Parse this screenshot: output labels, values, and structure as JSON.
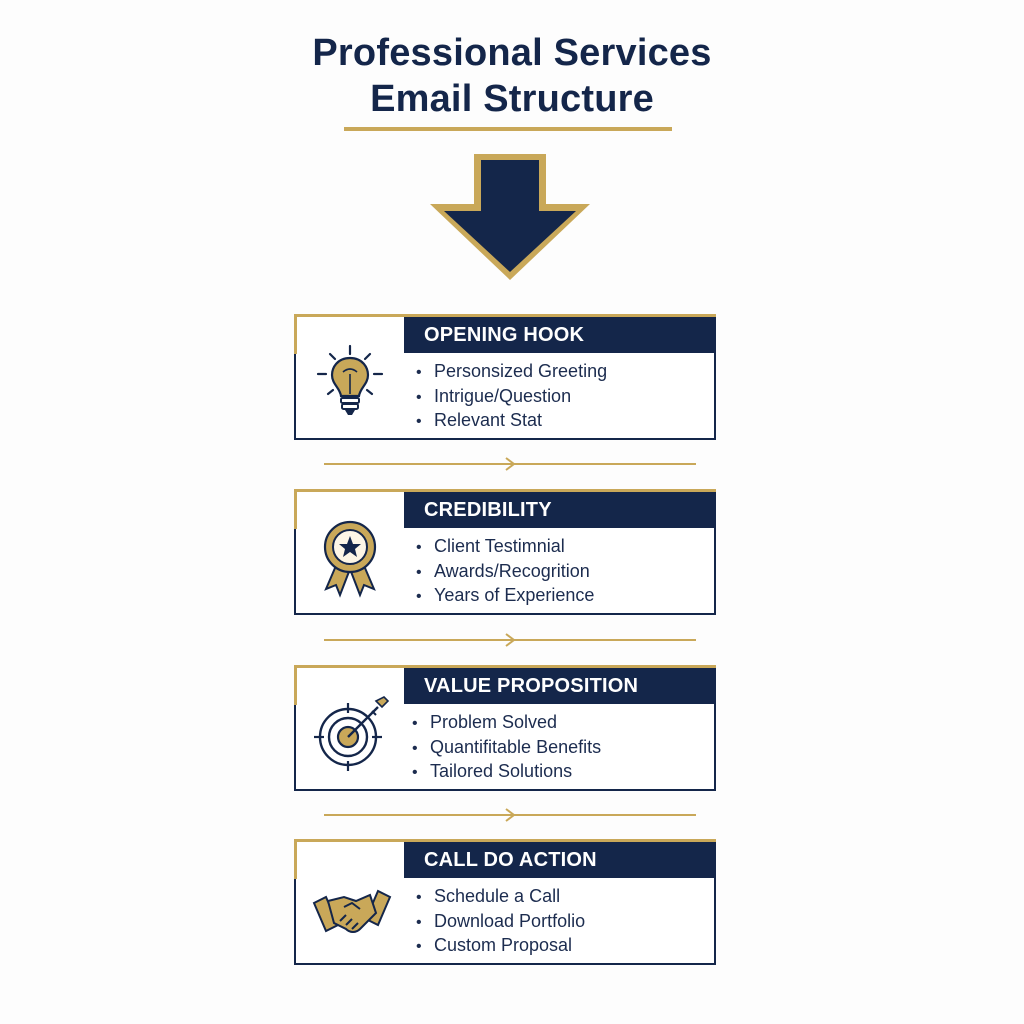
{
  "title_line1": "Professional Services",
  "title_line2": "Email Structure",
  "colors": {
    "navy": "#14264a",
    "gold": "#c9a859",
    "background": "#fdfdfd"
  },
  "sections": [
    {
      "heading": "OPENING HOOK",
      "icon": "lightbulb-icon",
      "items": [
        "Personsized Greeting",
        "Intrigue/Question",
        "Relevant Stat"
      ]
    },
    {
      "heading": "CREDIBILITY",
      "icon": "award-ribbon-icon",
      "items": [
        "Client Testimnial",
        "Awards/Recogrition",
        "Years of Experience"
      ]
    },
    {
      "heading": "VALUE PROPOSITION",
      "icon": "target-icon",
      "items": [
        "Problem Solved",
        "Quantifitable Benefits",
        "Tailored Solutions"
      ]
    },
    {
      "heading": "CALL DO ACTION",
      "icon": "handshake-icon",
      "items": [
        "Schedule a Call",
        "Download Portfolio",
        "Custom Proposal"
      ]
    }
  ]
}
